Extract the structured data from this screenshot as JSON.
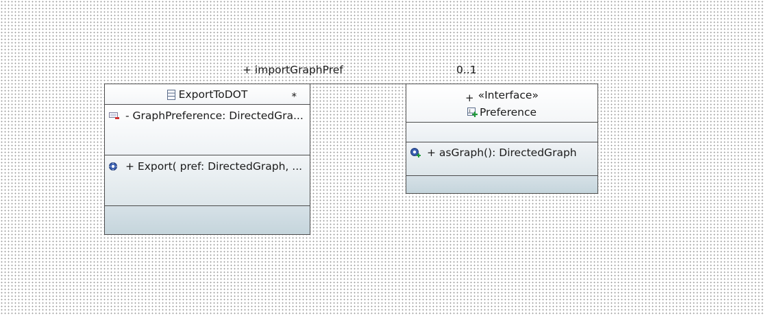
{
  "association": {
    "role_label": "+ importGraphPref",
    "multiplicity_source": "*",
    "multiplicity_target": "0..1"
  },
  "class_export": {
    "name": "ExportToDOT",
    "attributes": [
      {
        "text": "- GraphPreference: DirectedGra..."
      }
    ],
    "operations": [
      {
        "text": "+ Export(  pref: DirectedGraph,  ..."
      }
    ]
  },
  "interface_preference": {
    "visibility": "+",
    "stereotype": "«Interface»",
    "name": "Preference",
    "operations": [
      {
        "text": "+ asGraph(): DirectedGraph"
      }
    ]
  }
}
